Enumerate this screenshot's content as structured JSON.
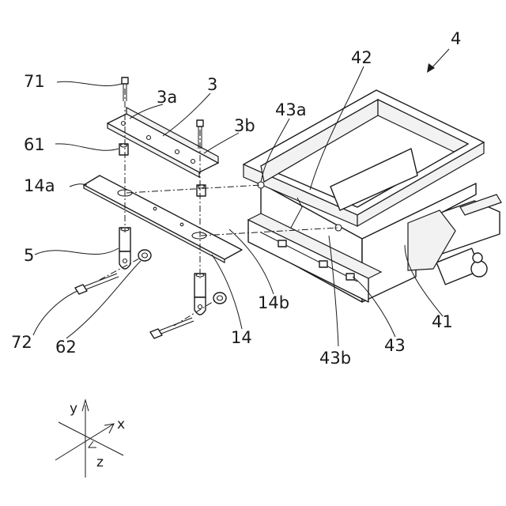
{
  "labels": {
    "assembly": "4",
    "hopper_inner": "42",
    "flange_top": "43a",
    "flange_bottom": "43b",
    "hopper_outer": "43",
    "actuator": "41",
    "bracket": "3",
    "bracket_end_a": "3a",
    "bracket_end_b": "3b",
    "bolt_top": "71",
    "collar_top": "61",
    "plate_end_a": "14a",
    "plate_end_b": "14b",
    "plate": "14",
    "hook": "5",
    "bolt_bottom": "72",
    "collar_bottom": "62"
  },
  "axes": {
    "y": "y",
    "x": "x",
    "z": "z"
  }
}
